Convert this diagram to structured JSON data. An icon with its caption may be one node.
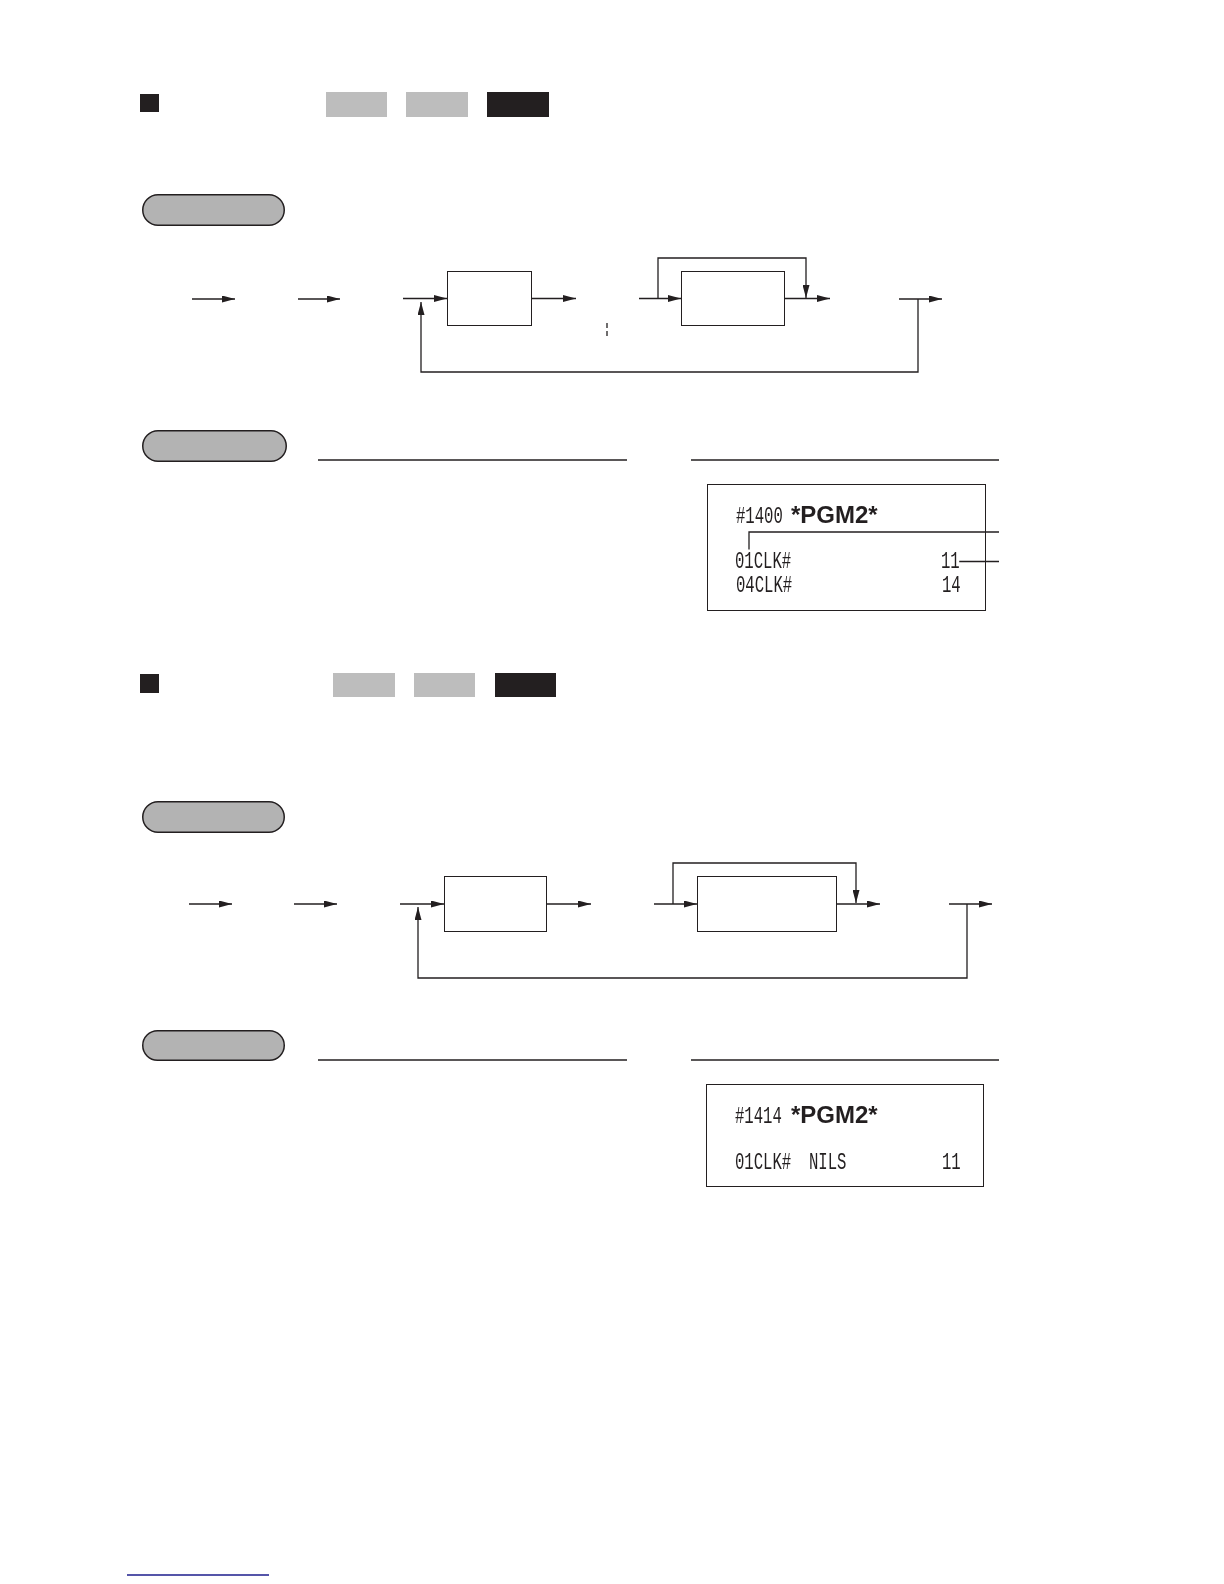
{
  "diagram": {
    "nodes": [
      {
        "text": [],
        "shape": "box"
      },
      {
        "text": [],
        "shape": "box"
      },
      {
        "text": [
          "#1400",
          "*PGM2*",
          "04CLK#",
          "14"
        ]
      },
      {
        "text": [
          "01CLK#"
        ],
        "in": 2
      },
      {
        "text": [
          "11"
        ],
        "in": 2
      },
      {
        "text": [],
        "shape": "box"
      },
      {
        "text": [],
        "shape": "box"
      },
      {
        "text": [
          "#1414",
          "*PGM2*",
          "01CLK#",
          "NILS",
          "11"
        ]
      }
    ],
    "edges": [
      {
        "from": null,
        "to": 0,
        "arrow": "to"
      },
      {
        "from": 0,
        "to": null,
        "arrow": "to"
      },
      {
        "from": null,
        "to": 1,
        "arrow": "to"
      },
      {
        "from": 1,
        "to": null,
        "arrow": "to"
      },
      {
        "from": null,
        "to": 3,
        "arrow": "none"
      },
      {
        "from": null,
        "to": 4,
        "arrow": "none"
      },
      {
        "from": null,
        "to": 5,
        "arrow": "to"
      },
      {
        "from": 5,
        "to": null,
        "arrow": "to"
      },
      {
        "from": null,
        "to": 6,
        "arrow": "to"
      },
      {
        "from": 6,
        "to": null,
        "arrow": "to"
      }
    ]
  }
}
